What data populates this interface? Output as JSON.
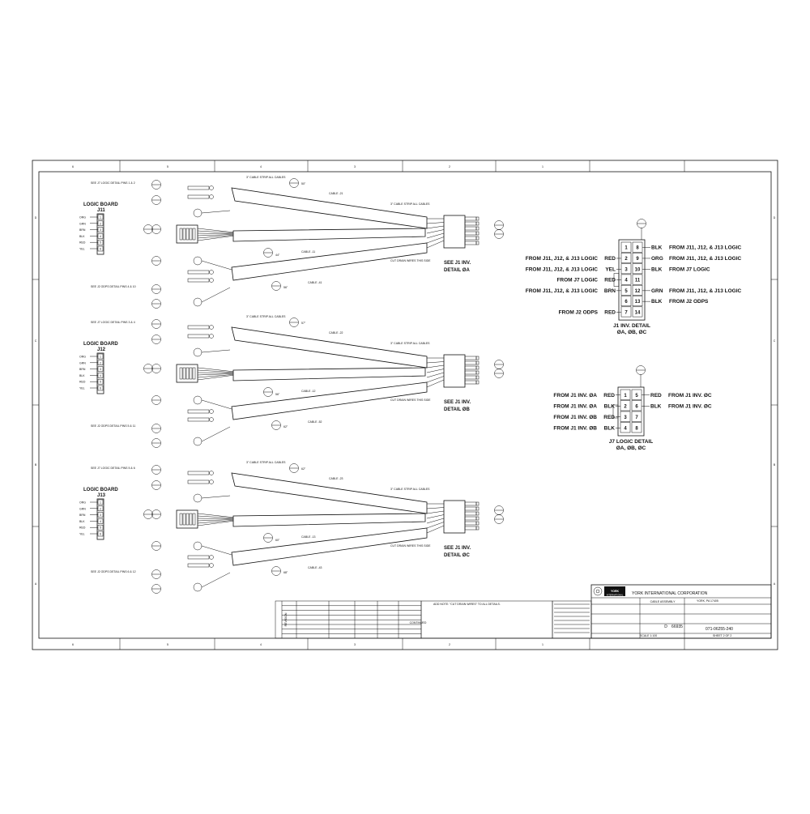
{
  "sheet": {
    "zone_numbers_top": [
      "6",
      "5",
      "4",
      "3",
      "2",
      "1"
    ],
    "zone_letters_right": [
      "D",
      "C",
      "B",
      "A"
    ]
  },
  "harnesses": [
    {
      "board_label": "LOGIC BOARD",
      "connector": "J11",
      "wires": [
        "ORG",
        "GRN",
        "BRN",
        "BLK",
        "RED",
        "YEL"
      ],
      "note_top": "SEE J7 LOGIC DETAIL PINS 1 & 2",
      "note_bottom": "SEE J2 ODPS DETAIL PINS 4 & 10",
      "strip_left": "3\" CABLE STRIP ALL CABLES",
      "strip_right": "3\" CABLE STRIP ALL CABLES",
      "cable_top": "CABLE -21",
      "cable_mid": "CABLE -11",
      "cable_bot": "CABLE -41",
      "len_top": "50\"",
      "len_mid": "44\"",
      "len_bot": "56\"",
      "cut_note": "CUT DRAIN WIRES THIS SIDE",
      "see_inv": "SEE J1 INV.",
      "detail": "DETAIL ØA"
    },
    {
      "board_label": "LOGIC BOARD",
      "connector": "J12",
      "wires": [
        "ORG",
        "GRN",
        "BRN",
        "BLK",
        "RED",
        "YEL"
      ],
      "note_top": "SEE J7 LOGIC DETAIL PINS 3 & 4",
      "note_bottom": "SEE J2 ODPS DETAIL PINS 5 & 11",
      "strip_left": "3\" CABLE STRIP ALL CABLES",
      "strip_right": "3\" CABLE STRIP ALL CABLES",
      "cable_top": "CABLE -22",
      "cable_mid": "CABLE -12",
      "cable_bot": "CABLE -52",
      "len_top": "57\"",
      "len_mid": "56\"",
      "len_bot": "62\"",
      "cut_note": "CUT DRAIN WIRES THIS SIDE",
      "see_inv": "SEE J1 INV.",
      "detail": "DETAIL ØB"
    },
    {
      "board_label": "LOGIC BOARD",
      "connector": "J13",
      "wires": [
        "ORG",
        "GRN",
        "BRN",
        "BLK",
        "RED",
        "YEL"
      ],
      "note_top": "SEE J7 LOGIC DETAIL PINS 5 & 6",
      "note_bottom": "SEE J2 ODPS DETAIL PINS 6 & 12",
      "strip_left": "3\" CABLE STRIP ALL CABLES",
      "strip_right": "3\" CABLE STRIP ALL CABLES",
      "cable_top": "CABLE -23",
      "cable_mid": "CABLE -13",
      "cable_bot": "CABLE -43",
      "len_top": "62\"",
      "len_mid": "60\"",
      "len_bot": "68\"",
      "cut_note": "CUT DRAIN WIRES THIS SIDE",
      "see_inv": "SEE J1 INV.",
      "detail": "DETAIL ØC"
    }
  ],
  "j1_detail": {
    "title": "J1 INV. DETAIL",
    "subtitle": "ØA, ØB, ØC",
    "left_pins": [
      "1",
      "2",
      "3",
      "4",
      "5",
      "6",
      "7"
    ],
    "right_pins": [
      "8",
      "9",
      "10",
      "11",
      "12",
      "13",
      "14"
    ],
    "left_labels": [
      {
        "from": "",
        "color": ""
      },
      {
        "from": "FROM J11, J12, & J13 LOGIC",
        "color": "RED"
      },
      {
        "from": "FROM J11, J12, & J13 LOGIC",
        "color": "YEL"
      },
      {
        "from": "FROM J7 LOGIC",
        "color": "RED"
      },
      {
        "from": "FROM J11, J12, & J13 LOGIC",
        "color": "BRN"
      },
      {
        "from": "",
        "color": ""
      },
      {
        "from": "FROM J2 ODPS",
        "color": "RED"
      }
    ],
    "right_labels": [
      {
        "color": "BLK",
        "from": "FROM J11, J12, & J13 LOGIC"
      },
      {
        "color": "ORG",
        "from": "FROM J11, J12, & J13 LOGIC"
      },
      {
        "color": "BLK",
        "from": "FROM J7 LOGIC"
      },
      {
        "color": "",
        "from": ""
      },
      {
        "color": "GRN",
        "from": "FROM J11, J12, & J13 LOGIC"
      },
      {
        "color": "BLK",
        "from": "FROM J2 ODPS"
      },
      {
        "color": "",
        "from": ""
      }
    ]
  },
  "j7_detail": {
    "title": "J7 LOGIC DETAIL",
    "subtitle": "ØA, ØB, ØC",
    "left_pins": [
      "1",
      "2",
      "3",
      "4"
    ],
    "right_pins": [
      "5",
      "6",
      "7",
      "8"
    ],
    "left_labels": [
      {
        "from": "FROM J1 INV. ØA",
        "color": "RED"
      },
      {
        "from": "FROM J1 INV. ØA",
        "color": "BLK"
      },
      {
        "from": "FROM J1 INV. ØB",
        "color": "RED"
      },
      {
        "from": "FROM J1 INV. ØB",
        "color": "BLK"
      }
    ],
    "right_labels": [
      {
        "color": "RED",
        "from": "FROM J1 INV. ØC"
      },
      {
        "color": "BLK",
        "from": "FROM J1 INV. ØC"
      },
      {
        "color": "",
        "from": ""
      },
      {
        "color": "",
        "from": ""
      }
    ]
  },
  "title_block": {
    "company": "YORK INTERNATIONAL CORPORATION",
    "logo": "YORK",
    "logo_sub": "INTERNATIONAL",
    "city": "YORK, PA 17405",
    "dwg_title": "CABLE ASSEMBLY",
    "size": "D",
    "cage_code": "66935",
    "drawing_number": "071-06255-240",
    "revision_label": "REVISION",
    "scale": "SCALE  1:100",
    "sheet": "SHEET 2 OF 2",
    "notes_label": "CONTINUED",
    "note_text": "ADD NOTE: \"CUT DRAIN WIRES\" TO ALL DETAILS."
  }
}
